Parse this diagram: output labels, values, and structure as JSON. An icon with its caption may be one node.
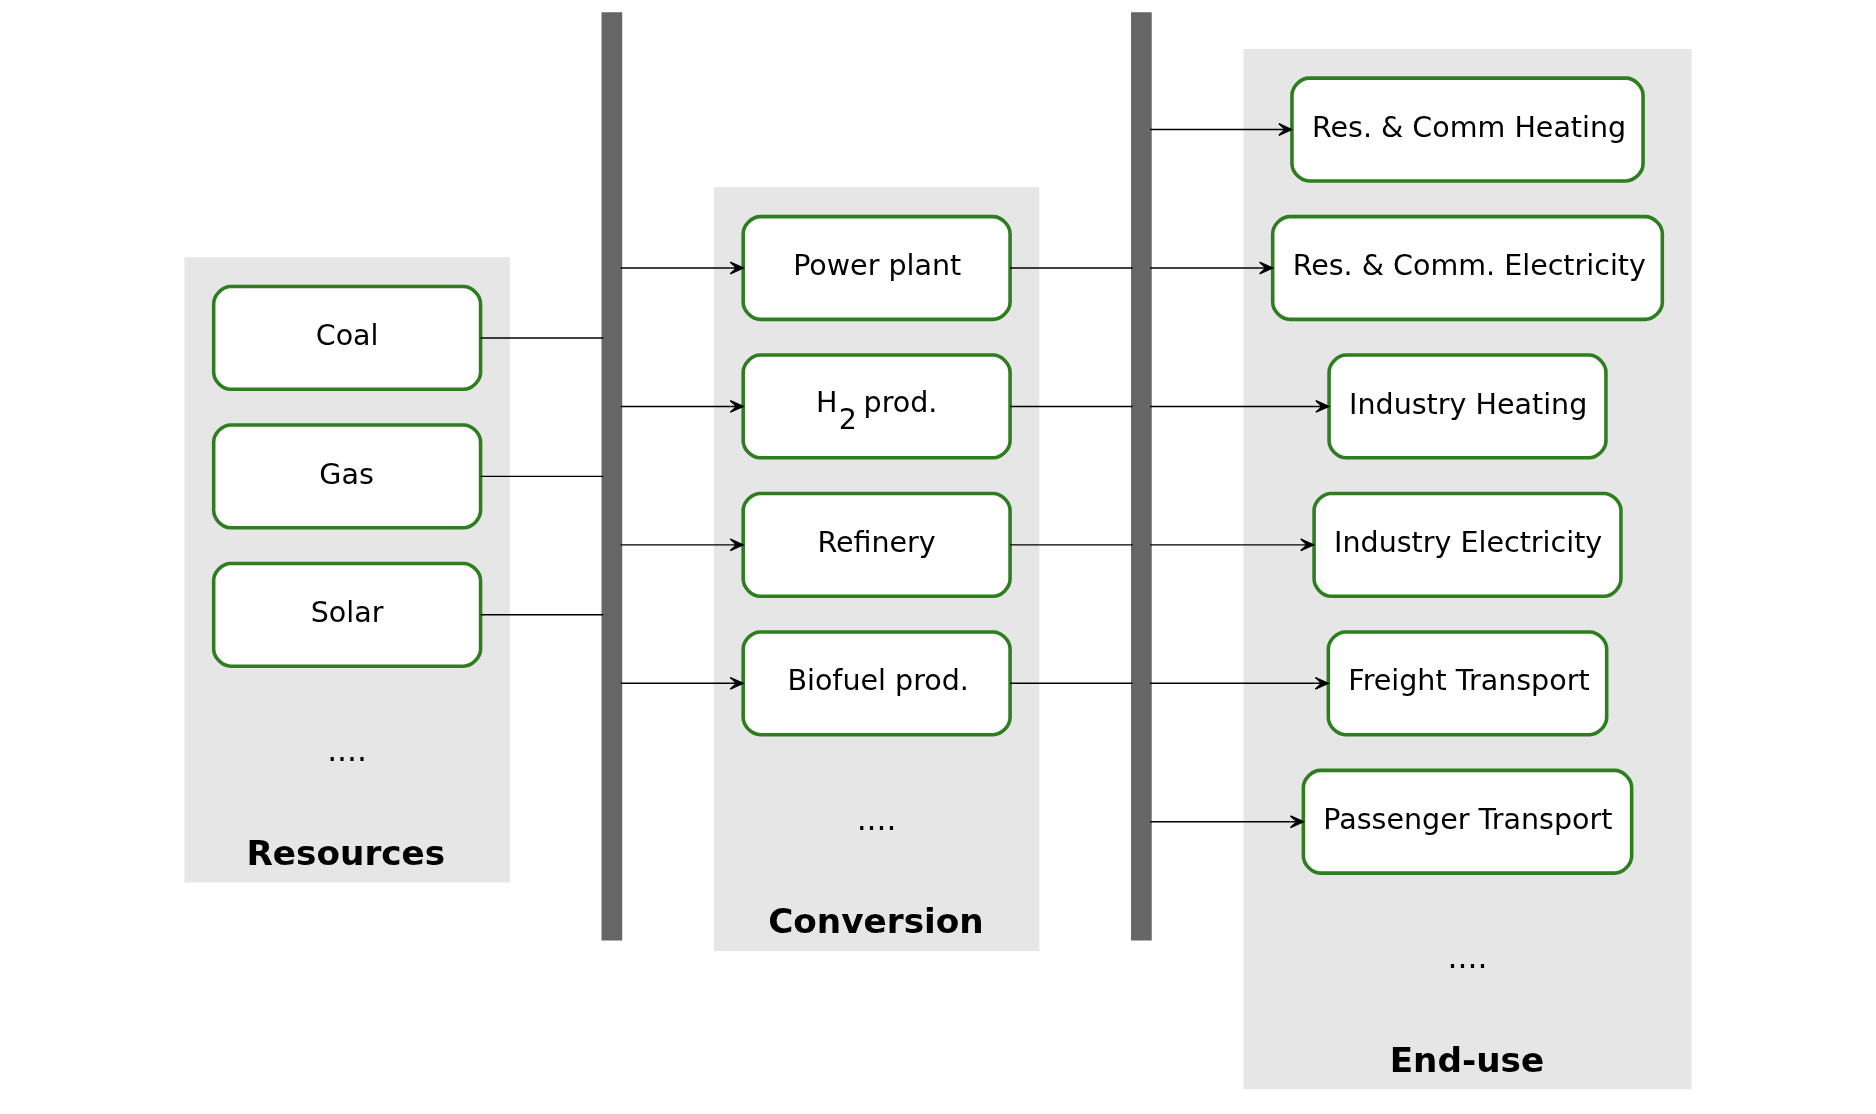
{
  "diagram": {
    "nodes": [
      {
        "text": [
          "Resources"
        ]
      },
      {
        "text": [
          "Coal"
        ],
        "in": 0
      },
      {
        "text": [
          "Gas"
        ],
        "in": 0
      },
      {
        "text": [
          "Solar"
        ],
        "in": 0
      },
      {
        "text": [],
        "shape": "bar"
      },
      {
        "text": [
          "Conversion"
        ]
      },
      {
        "text": [
          "Power plant"
        ],
        "in": 5
      },
      {
        "text": [
          "H$_{2}$ prod."
        ],
        "in": 5
      },
      {
        "text": [
          "Refinery"
        ],
        "in": 5
      },
      {
        "text": [
          "Biofuel prod."
        ],
        "in": 5
      },
      {
        "text": [],
        "shape": "bar"
      },
      {
        "text": [
          "End-use"
        ]
      },
      {
        "text": [
          "Res. & Comm Heating"
        ],
        "in": 11
      },
      {
        "text": [
          "Res. & Comm. Electricity"
        ],
        "in": 11
      },
      {
        "text": [
          "Industry Heating"
        ],
        "in": 11
      },
      {
        "text": [
          "Industry Electricity"
        ],
        "in": 11
      },
      {
        "text": [
          "Freight Transport"
        ],
        "in": 11
      },
      {
        "text": [
          "Passenger Transport"
        ],
        "in": 11
      }
    ],
    "edges": [
      {
        "from": 1,
        "to": 4,
        "arrow": "none"
      },
      {
        "from": 2,
        "to": 4,
        "arrow": "none"
      },
      {
        "from": 3,
        "to": 4,
        "arrow": "none"
      },
      {
        "from": 4,
        "to": 6,
        "arrow": "to"
      },
      {
        "from": 4,
        "to": 7,
        "arrow": "to"
      },
      {
        "from": 4,
        "to": 8,
        "arrow": "to"
      },
      {
        "from": 4,
        "to": 9,
        "arrow": "to"
      },
      {
        "from": 6,
        "to": 10,
        "arrow": "none"
      },
      {
        "from": 7,
        "to": 10,
        "arrow": "none"
      },
      {
        "from": 8,
        "to": 10,
        "arrow": "none"
      },
      {
        "from": 9,
        "to": 10,
        "arrow": "none"
      },
      {
        "from": 10,
        "to": 12,
        "arrow": "to"
      },
      {
        "from": 10,
        "to": 13,
        "arrow": "to"
      },
      {
        "from": 10,
        "to": 14,
        "arrow": "to"
      },
      {
        "from": 10,
        "to": 15,
        "arrow": "to"
      },
      {
        "from": 10,
        "to": 16,
        "arrow": "to"
      },
      {
        "from": 10,
        "to": 17,
        "arrow": "to"
      }
    ],
    "labels": [
      "....",
      "....",
      "...."
    ]
  }
}
